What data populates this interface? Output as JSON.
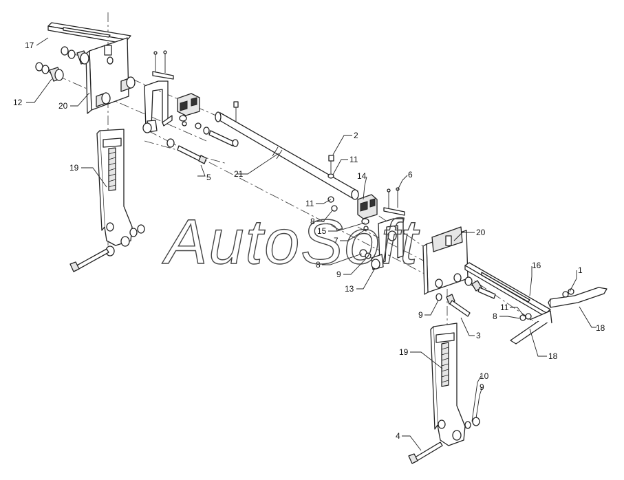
{
  "watermark": "AutoSoft",
  "callouts": [
    {
      "id": "c17",
      "label": "17"
    },
    {
      "id": "c12",
      "label": "12"
    },
    {
      "id": "c20a",
      "label": "20"
    },
    {
      "id": "c19a",
      "label": "19"
    },
    {
      "id": "c5",
      "label": "5"
    },
    {
      "id": "c21",
      "label": "21"
    },
    {
      "id": "c2",
      "label": "2"
    },
    {
      "id": "c11a",
      "label": "11"
    },
    {
      "id": "c14",
      "label": "14"
    },
    {
      "id": "c6",
      "label": "6"
    },
    {
      "id": "c11b",
      "label": "11"
    },
    {
      "id": "c8a",
      "label": "8"
    },
    {
      "id": "c15",
      "label": "15"
    },
    {
      "id": "c7",
      "label": "7"
    },
    {
      "id": "c8b",
      "label": "8"
    },
    {
      "id": "c9a",
      "label": "9"
    },
    {
      "id": "c13",
      "label": "13"
    },
    {
      "id": "c20b",
      "label": "20"
    },
    {
      "id": "c16",
      "label": "16"
    },
    {
      "id": "c1",
      "label": "1"
    },
    {
      "id": "c18a",
      "label": "18"
    },
    {
      "id": "c11c",
      "label": "11"
    },
    {
      "id": "c8c",
      "label": "8"
    },
    {
      "id": "c18b",
      "label": "18"
    },
    {
      "id": "c9b",
      "label": "9"
    },
    {
      "id": "c3",
      "label": "3"
    },
    {
      "id": "c19b",
      "label": "19"
    },
    {
      "id": "c10",
      "label": "10"
    },
    {
      "id": "c9c",
      "label": "9"
    },
    {
      "id": "c4",
      "label": "4"
    }
  ]
}
